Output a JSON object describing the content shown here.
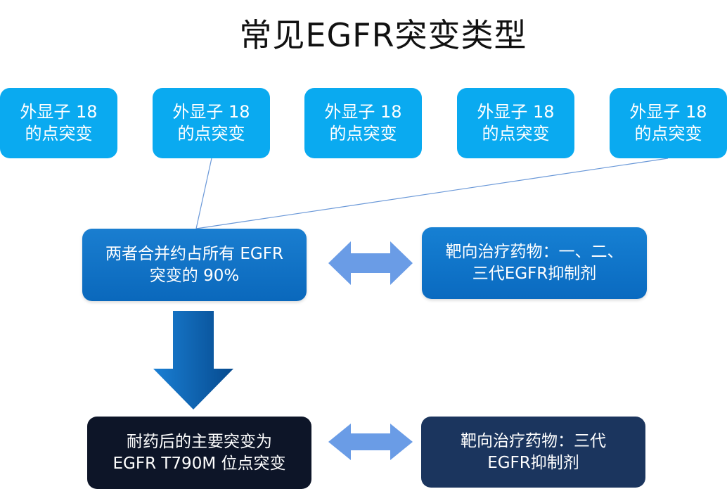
{
  "title": "常见EGFR突变类型",
  "top_boxes": [
    {
      "line1": "外显子 18",
      "line2": "的点突变"
    },
    {
      "line1": "外显子 18",
      "line2": "的点突变"
    },
    {
      "line1": "外显子 18",
      "line2": "的点突变"
    },
    {
      "line1": "外显子 18",
      "line2": "的点突变"
    },
    {
      "line1": "外显子 18",
      "line2": "的点突变"
    }
  ],
  "mid_left": {
    "line1": "两者合并约占所有 EGFR",
    "line2": "突变的 90%"
  },
  "mid_right": {
    "line1": "靶向治疗药物：一、二、",
    "line2": "三代EGFR抑制剂"
  },
  "bottom_left": {
    "line1": "耐药后的主要突变为",
    "line2": "EGFR T790M 位点突变"
  },
  "bottom_right": {
    "line1": "靶向治疗药物：三代",
    "line2": "EGFR抑制剂"
  },
  "colors": {
    "top_box": "#0aaaf0",
    "mid_box": "#0a6cc2",
    "bottom_left_box": "#0d1528",
    "bottom_right_box": "#1b355e",
    "double_arrow": "#6a9ce6",
    "down_arrow": "#0a5ea8"
  }
}
